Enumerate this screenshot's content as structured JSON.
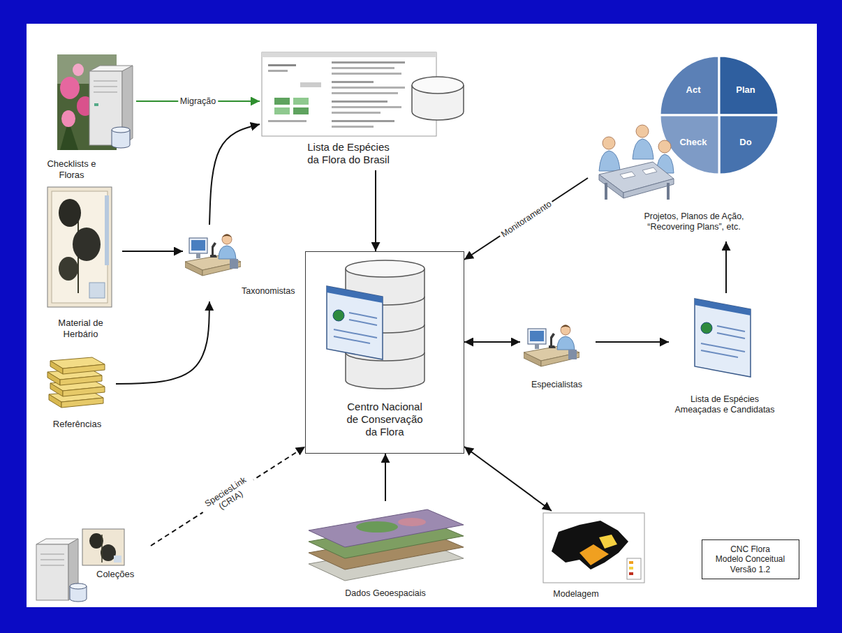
{
  "diagram": {
    "nodes": [
      {
        "text": [
          "Checklists e Floras"
        ]
      },
      {
        "text": [
          "Lista de Espécies da Flora do Brasil"
        ]
      },
      {
        "text": [
          "Projetos, Planos de Ação, “Recovering Plans”, etc."
        ]
      },
      {
        "text": [
          "Material de Herbário"
        ]
      },
      {
        "text": [
          "Taxonomistas"
        ]
      },
      {
        "text": [
          "Centro Nacional de Conservação da Flora"
        ]
      },
      {
        "text": [
          "Especialistas"
        ]
      },
      {
        "text": [
          "Lista de Espécies Ameaçadas e Candidatas"
        ]
      },
      {
        "text": [
          "Referências"
        ]
      },
      {
        "text": [
          "Coleções"
        ]
      },
      {
        "text": [
          "Dados Geoespaciais"
        ]
      },
      {
        "text": [
          "Modelagem"
        ]
      },
      {
        "text": [
          "CNC Flora",
          "Modelo Conceitual",
          "Versão 1.2"
        ]
      }
    ],
    "edges": [
      {
        "from": 0,
        "to": 1,
        "arrow": "to",
        "label": "Migração"
      },
      {
        "from": 3,
        "to": 4,
        "arrow": "to"
      },
      {
        "from": 4,
        "to": 1,
        "arrow": "to"
      },
      {
        "from": 8,
        "to": 4,
        "arrow": "to"
      },
      {
        "from": 1,
        "to": 5,
        "arrow": "to"
      },
      {
        "from": 9,
        "to": 5,
        "arrow": "to",
        "label": "SpeciesLink (CRIA)"
      },
      {
        "from": 10,
        "to": 5,
        "arrow": "to"
      },
      {
        "from": 5,
        "to": 11,
        "arrow": "both"
      },
      {
        "from": 5,
        "to": 6,
        "arrow": "both"
      },
      {
        "from": 6,
        "to": 7,
        "arrow": "to"
      },
      {
        "from": 7,
        "to": 2,
        "arrow": "to"
      },
      {
        "from": 2,
        "to": 5,
        "arrow": "to",
        "label": "Monitoramento"
      }
    ],
    "labels": [
      "Act",
      "Plan",
      "Check",
      "Do"
    ]
  }
}
